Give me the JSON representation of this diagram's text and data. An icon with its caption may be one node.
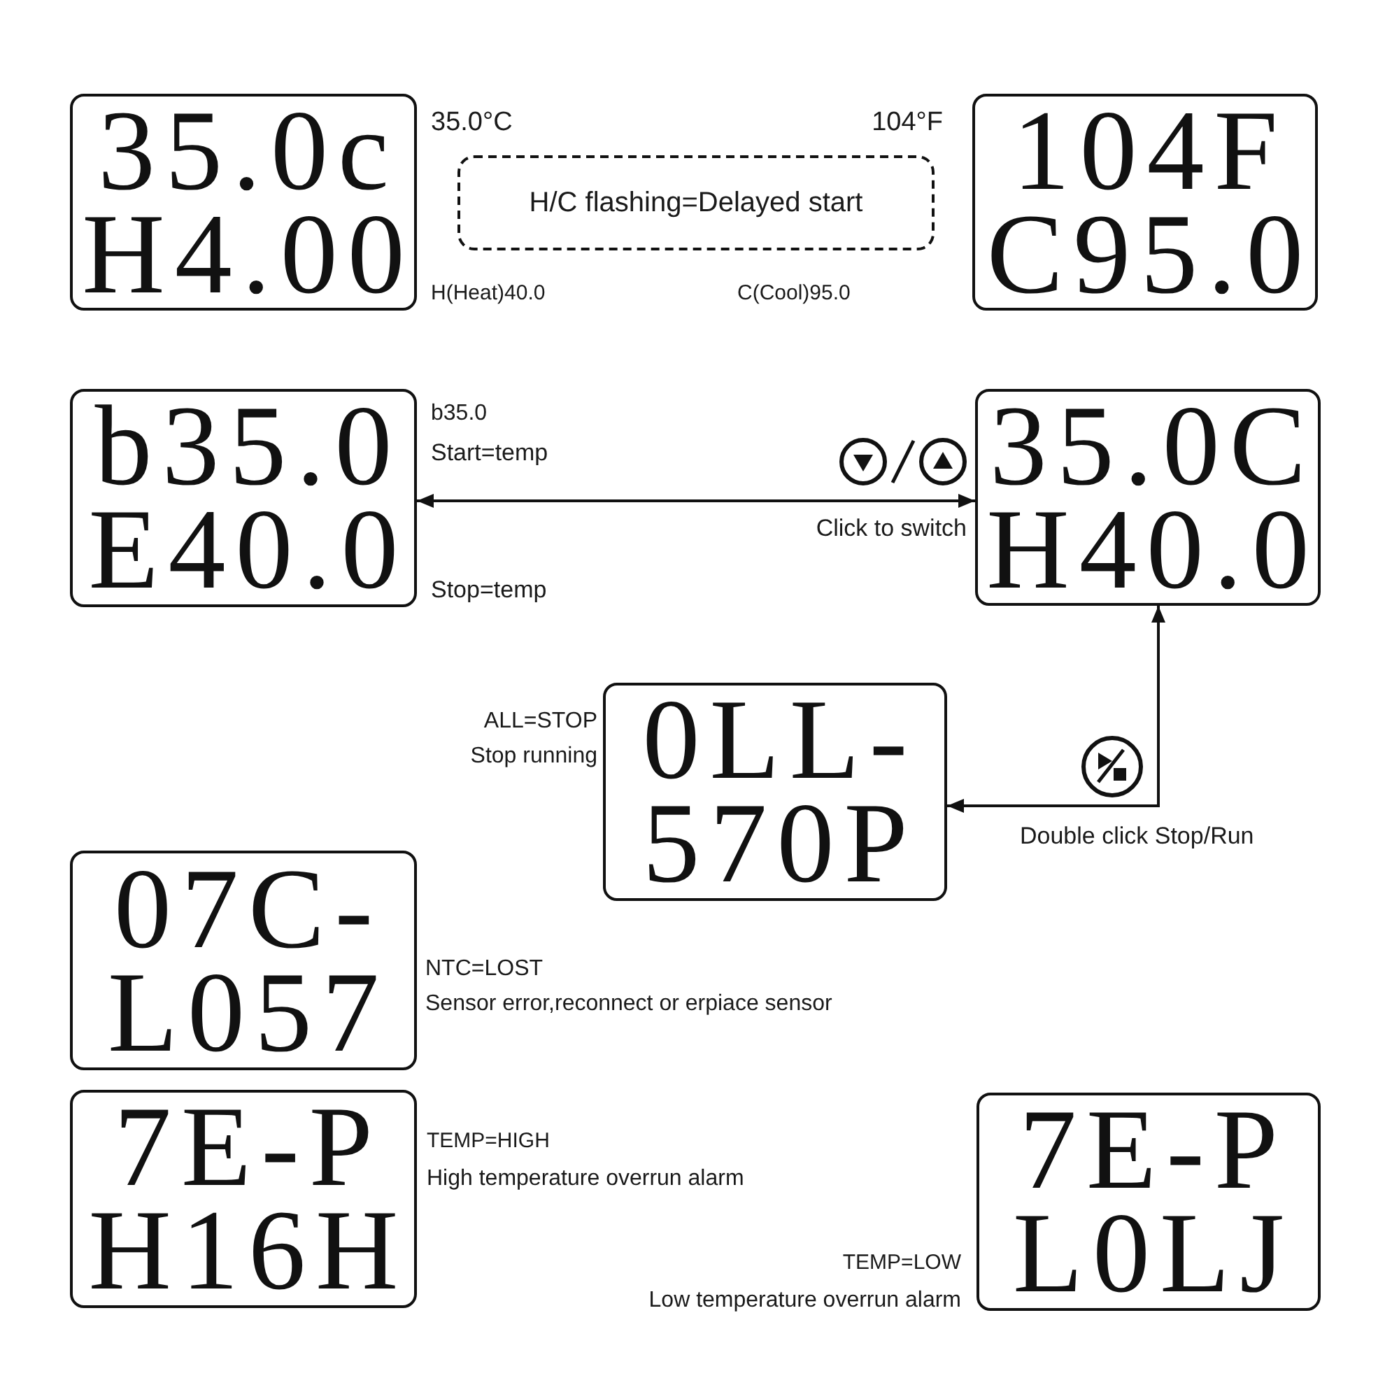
{
  "diagram": {
    "nodes": [
      {
        "text": [
          "35.0c",
          "H4.00"
        ],
        "beside": [
          "35.0°C",
          "H(Heat)40.0"
        ]
      },
      {
        "text": [
          "H/C flashing=Delayed start"
        ]
      },
      {
        "text": [
          "104F",
          "C95.0"
        ],
        "beside": [
          "104°F"
        ]
      },
      {
        "text": [
          "b35.0",
          "E40.0"
        ],
        "beside": [
          "b35.0",
          "Start=temp",
          "Stop=temp"
        ]
      },
      {
        "text": [
          "35.0C",
          "H40.0"
        ]
      },
      {
        "text": [
          "0LL-",
          "570P"
        ],
        "beside": [
          "ALL=STOP",
          "Stop running"
        ]
      },
      {
        "text": [
          "07C-",
          "L057"
        ],
        "beside": [
          "NTC=LOST",
          "Sensor error,reconnect or erpiace sensor"
        ]
      },
      {
        "text": [
          "7E-P",
          "H16H"
        ],
        "beside": [
          "TEMP=HIGH",
          "High temperature overrun alarm"
        ]
      },
      {
        "text": [
          "7E-P",
          "L0LJ"
        ],
        "beside": [
          "TEMP=LOW",
          "Low temperature overrun alarm"
        ]
      }
    ],
    "edges": [
      {
        "from": 3,
        "to": 4,
        "arrow": "both",
        "label": "Click to switch"
      },
      {
        "from": 4,
        "to": 5,
        "arrow": "both",
        "label": "Double click Stop/Run"
      }
    ],
    "labels": [
      "C(Cool)95.0"
    ]
  }
}
